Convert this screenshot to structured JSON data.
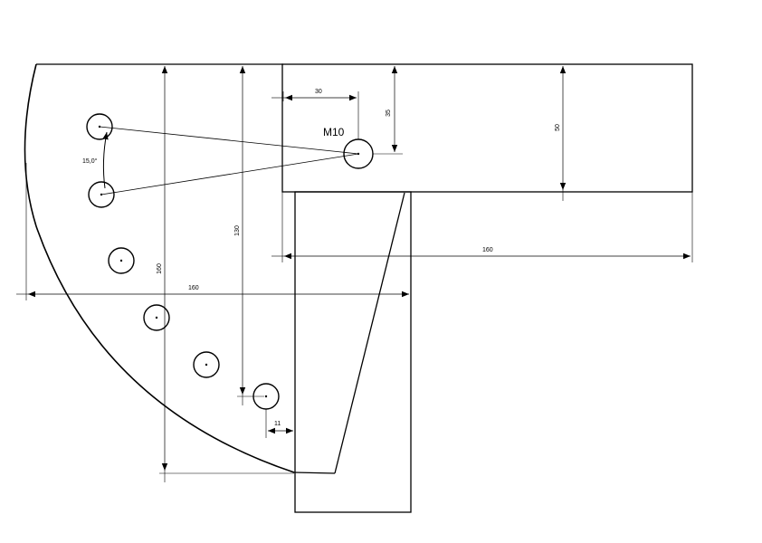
{
  "drawing": {
    "thread_label": "M10",
    "angle_label": "15,0°",
    "dimensions": {
      "d30": "30",
      "d35": "35",
      "d50": "50",
      "d160_horizontal": "160",
      "d160_vertical": "160",
      "d160_radius": "160",
      "d130": "130",
      "d11": "11"
    }
  }
}
